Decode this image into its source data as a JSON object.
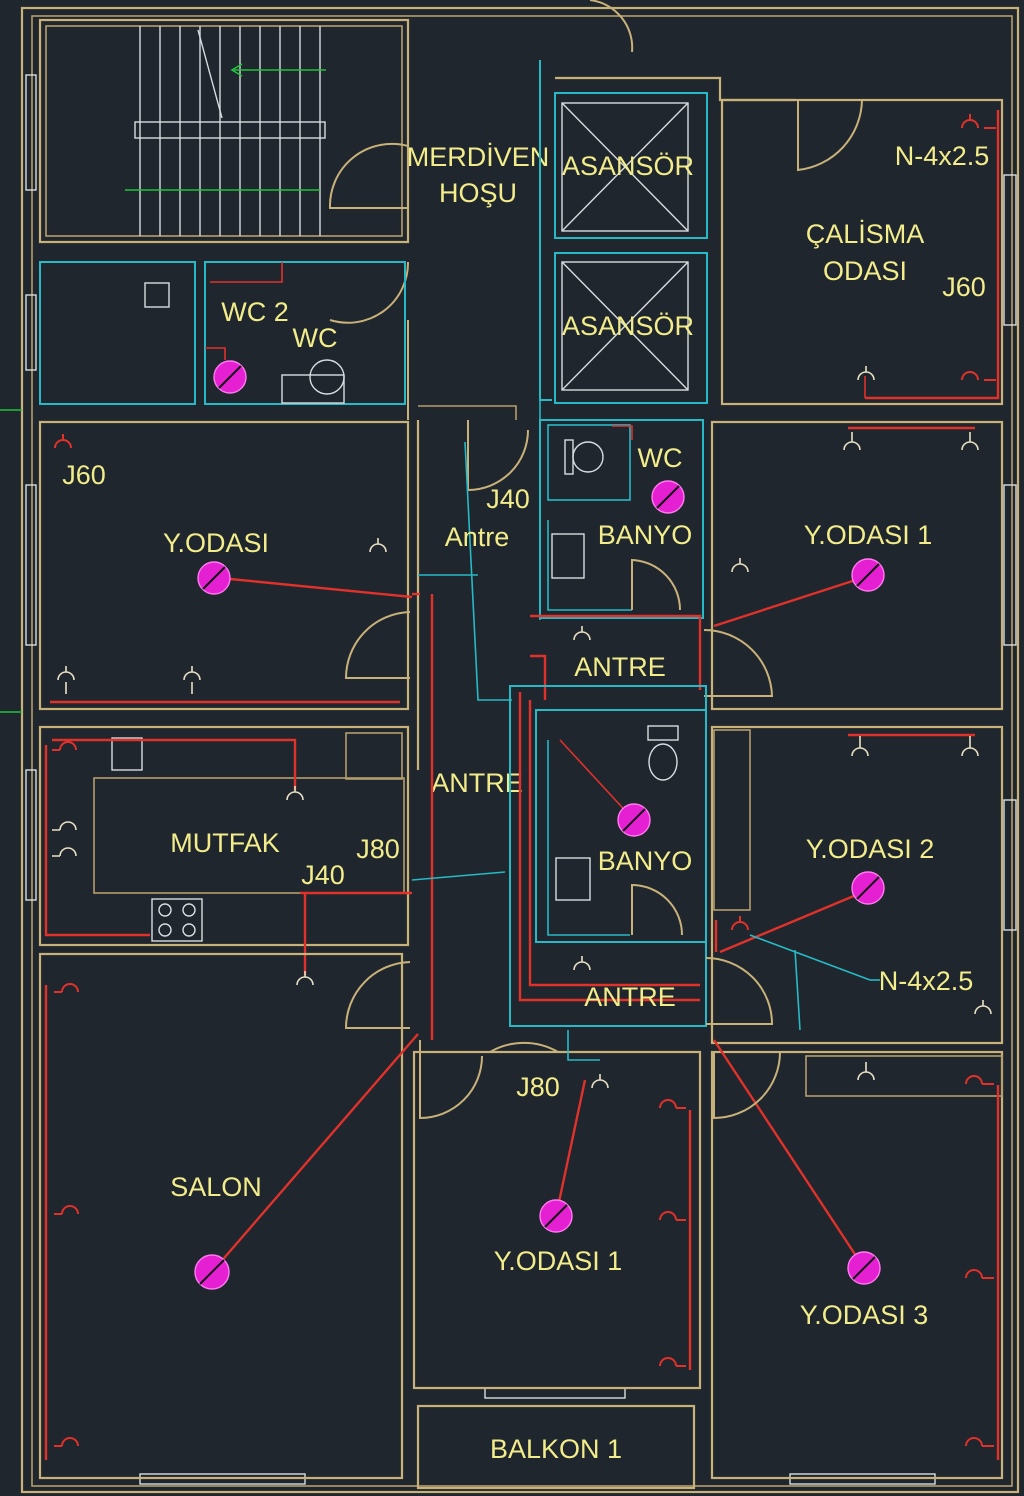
{
  "rooms": {
    "merdiven_line1": "MERDİVEN",
    "merdiven_line2": "HOŞU",
    "asansor_1": "ASANSÖR",
    "asansor_2": "ASANSÖR",
    "calisma_line1": "ÇALİSMA",
    "calisma_line2": "ODASI",
    "wc2": "WC 2",
    "wc_a": "WC",
    "wc_b": "WC",
    "yodasi": "Y.ODASI",
    "yodasi1_top": "Y.ODASI 1",
    "antre_small": "Antre",
    "banyo_1": "BANYO",
    "antre_1": "ANTRE",
    "antre_2": "ANTRE",
    "mutfak": "MUTFAK",
    "banyo_2": "BANYO",
    "yodasi2": "Y.ODASI 2",
    "antre_3": "ANTRE",
    "salon": "SALON",
    "yodasi1_bottom": "Y.ODASI 1",
    "yodasi3": "Y.ODASI 3",
    "balkon": "BALKON 1"
  },
  "annotations": {
    "cable_top": "N-4x2.5",
    "cable_right": "N-4x2.5",
    "j60_calisma": "J60",
    "j60_yodasi": "J60",
    "j40_antre": "J40",
    "j80_mutfak": "J80",
    "j40_mutfak": "J40",
    "j80_bottom": "J80"
  },
  "colors": {
    "background": "#1f262d",
    "walls": "#c9b27a",
    "cyan_lines": "#27b9c6",
    "power_lines": "#e0312b",
    "lamps": "#e520d3",
    "labels": "#f2ec8a"
  },
  "icons": [
    "light-fixture-icon",
    "socket-icon",
    "elevator-cross-icon",
    "toilet-icon",
    "sink-icon",
    "stove-icon",
    "stair-icon",
    "door-swing-icon"
  ]
}
